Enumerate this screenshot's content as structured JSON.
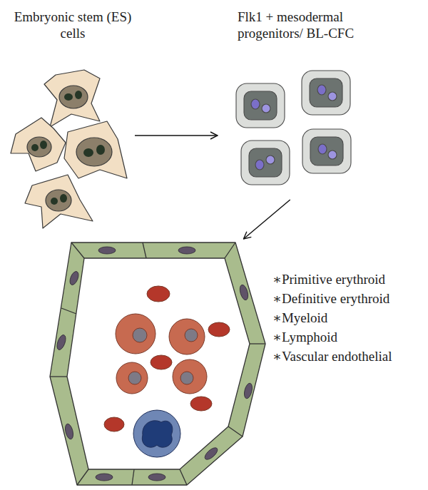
{
  "diagram": {
    "nodes": [
      {
        "text": [
          "Embryonic stem (ES) cells"
        ]
      },
      {
        "text": [
          "Flk1 + mesodermal progenitors/ BL-CFC"
        ]
      },
      {
        "text": [
          "∗Primitive erythroid",
          "∗Definitive erythroid",
          "∗Myeloid",
          "∗Lymphoid",
          "∗Vascular endothelial"
        ]
      }
    ],
    "edges": [
      {
        "from": 0,
        "to": 1,
        "arrow": "to"
      },
      {
        "from": 1,
        "to": 2,
        "arrow": "to"
      }
    ]
  }
}
